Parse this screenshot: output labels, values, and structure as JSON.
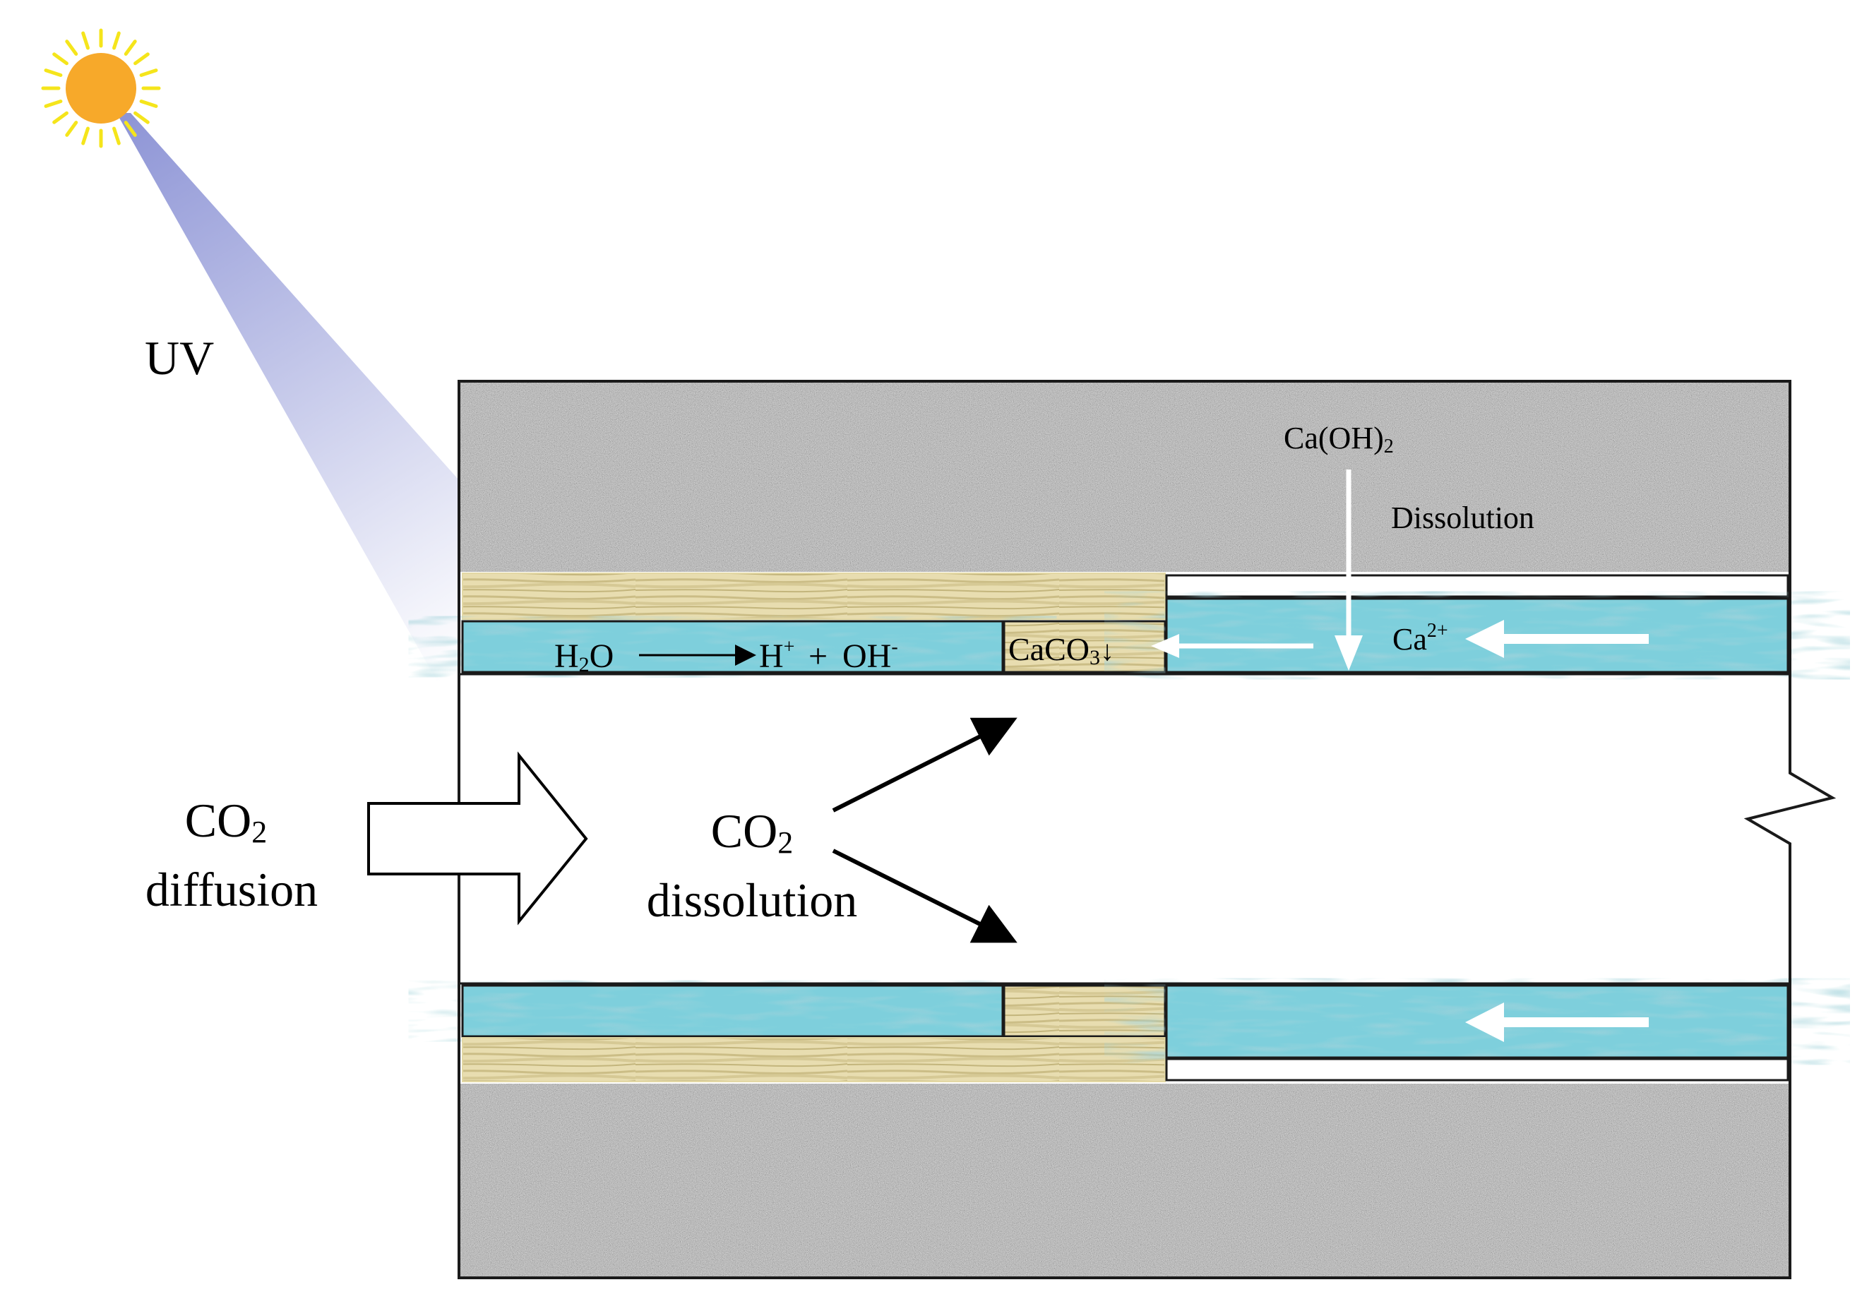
{
  "labels": {
    "uv": "UV",
    "co2_diffusion": {
      "main": "CO",
      "sub": "2",
      "line2": "diffusion"
    },
    "co2_dissolution": {
      "main": "CO",
      "sub": "2",
      "line2": "dissolution"
    },
    "caoh2": {
      "main": "Ca(OH)",
      "sub": "2"
    },
    "dissolution": "Dissolution",
    "ca_ion": {
      "main": "Ca",
      "sup": "2+"
    },
    "h2o": {
      "main": "H",
      "sub": "2",
      "rest": "O"
    },
    "h_ion": {
      "main": "H",
      "sup": "+"
    },
    "plus": "+",
    "oh_ion": {
      "main": "OH",
      "sup": "-"
    },
    "caco3": {
      "main": "CaCO",
      "sub": "3",
      "arrow": "↓"
    }
  },
  "colors": {
    "concrete": "#8f8f8f",
    "water": "#7ecfdc",
    "water_dark": "#5fa9b6",
    "precipitate": "#e8ddb0",
    "precipitate_stripe": "#cbbd86",
    "sun": "#f7a92a",
    "sun_rays": "#f5e51b",
    "uv_beam": "#8e95d6",
    "outline": "#1a1a1a"
  }
}
